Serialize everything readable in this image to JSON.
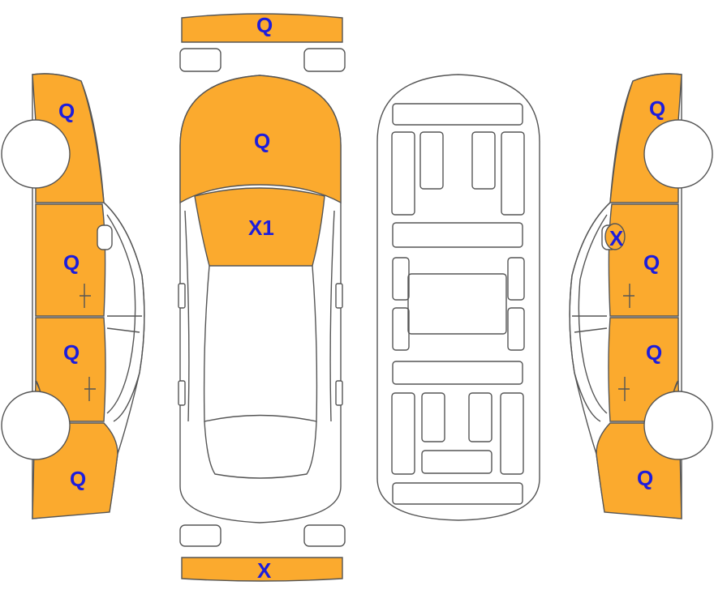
{
  "colors": {
    "damage_fill": "#FBAA2E",
    "outline": "#555555",
    "label": "#1D1DDC",
    "background": "#FFFFFF"
  },
  "labels": {
    "front_bumper": "Q",
    "hood": "Q",
    "windshield": "X1",
    "rear_bumper": "X",
    "left_front_fender": "Q",
    "left_front_door": "Q",
    "left_rear_door": "Q",
    "left_rear_quarter": "Q",
    "right_front_fender": "Q",
    "right_mirror": "X",
    "right_front_door": "Q",
    "right_rear_door": "Q",
    "right_rear_quarter": "Q"
  }
}
